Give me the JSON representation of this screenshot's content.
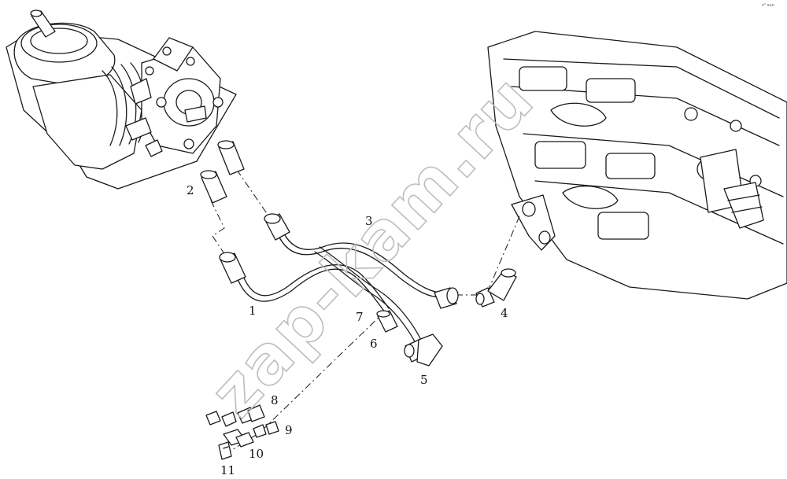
{
  "watermark": "zap-kam.ru",
  "corner_mark": "z° sun",
  "callouts": [
    {
      "id": "1",
      "label": "1"
    },
    {
      "id": "2",
      "label": "2"
    },
    {
      "id": "3",
      "label": "3"
    },
    {
      "id": "4",
      "label": "4"
    },
    {
      "id": "5",
      "label": "5"
    },
    {
      "id": "6",
      "label": "6"
    },
    {
      "id": "7",
      "label": "7"
    },
    {
      "id": "8",
      "label": "8"
    },
    {
      "id": "9",
      "label": "9"
    },
    {
      "id": "10",
      "label": "10"
    },
    {
      "id": "11",
      "label": "11"
    }
  ]
}
